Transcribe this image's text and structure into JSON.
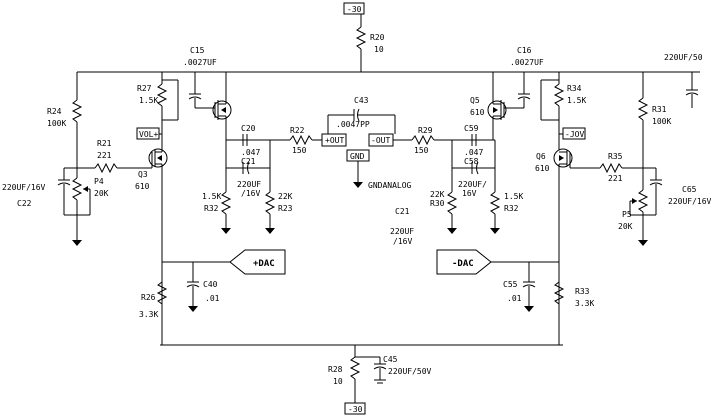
{
  "power": {
    "neg_top": "-30",
    "neg_bottom": "-30"
  },
  "resistors": {
    "r20": {
      "ref": "R20",
      "value": "10"
    },
    "r28": {
      "ref": "R28",
      "value": "10"
    },
    "r24": {
      "ref": "R24",
      "value": "100K"
    },
    "r27": {
      "ref": "R27",
      "value": "1.5K"
    },
    "r21": {
      "ref": "R21",
      "value": "221"
    },
    "p4": {
      "ref": "P4",
      "value": "20K"
    },
    "r22": {
      "ref": "R22",
      "value": "150"
    },
    "r29": {
      "ref": "R29",
      "value": "150"
    },
    "r32a": {
      "ref": "R32",
      "value": "1.5K"
    },
    "r23": {
      "ref": "R23",
      "value": "22K"
    },
    "r30": {
      "ref": "R30",
      "value": "22K"
    },
    "r32b": {
      "ref": "R32",
      "value": "1.5K"
    },
    "r34": {
      "ref": "R34",
      "value": "1.5K"
    },
    "r31": {
      "ref": "R31",
      "value": "100K"
    },
    "r35": {
      "ref": "R35",
      "value": "221"
    },
    "p5": {
      "ref": "P5",
      "value": "20K"
    },
    "r26": {
      "ref": "R26",
      "value": "3.3K"
    },
    "r33": {
      "ref": "R33",
      "value": "3.3K"
    }
  },
  "capacitors": {
    "c15": {
      "ref": "C15",
      "value": ".0027UF"
    },
    "c16": {
      "ref": "C16",
      "value": ".0027UF"
    },
    "c43": {
      "ref": "C43",
      "value": ".0047PP"
    },
    "c20": {
      "ref": "C20",
      "value": ".047"
    },
    "c21a": {
      "ref": "C21",
      "value1": "220UF",
      "value2": "/16V"
    },
    "c59": {
      "ref": "C59",
      "value": ".047"
    },
    "c58": {
      "ref": "C58",
      "value1": "220UF/",
      "value2": "16V"
    },
    "c21b": {
      "ref": "C21",
      "value1": "220UF",
      "value2": "/16V"
    },
    "c22": {
      "ref": "C22",
      "value": "220UF/16V"
    },
    "c65": {
      "ref": "C65",
      "value": "220UF/16V"
    },
    "c40": {
      "ref": "C40",
      "value": ".01"
    },
    "c55": {
      "ref": "C55",
      "value": ".01"
    },
    "c45": {
      "ref": "C45",
      "value": "220UF/50V"
    },
    "top_right": {
      "value": "220UF/50"
    }
  },
  "transistors": {
    "q3": {
      "ref": "Q3",
      "value": "610"
    },
    "q5": {
      "ref": "Q5",
      "value": "610"
    },
    "q6": {
      "ref": "Q6",
      "value": "610"
    }
  },
  "connectors": {
    "vol_plus": "VOL+",
    "vol_minus": "-JOV",
    "plus_out": "+OUT",
    "minus_out": "-OUT",
    "gnd": "GND",
    "gnd_analog": "GNDANALOG",
    "plus_dac": "+DAC",
    "minus_dac": "-DAC"
  }
}
